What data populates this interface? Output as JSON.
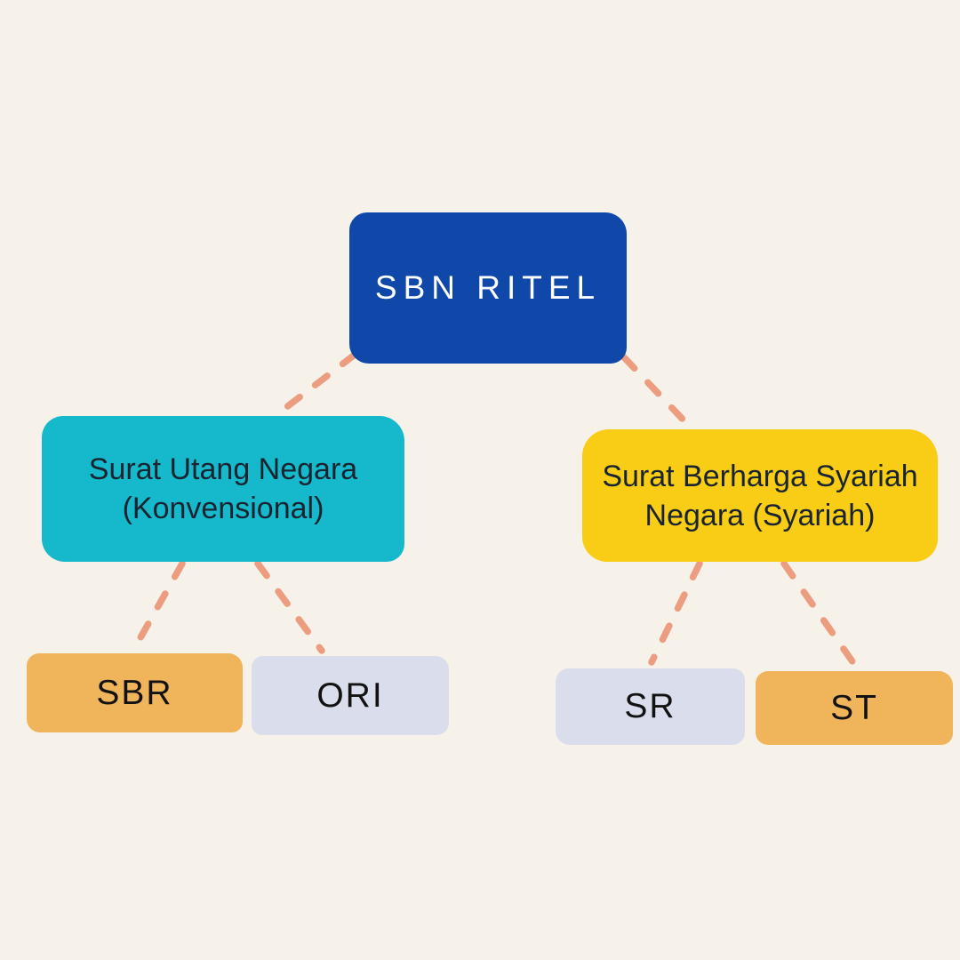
{
  "page": {
    "background": "#F6F2EA"
  },
  "connector": {
    "color": "#EC9D80",
    "style": "dashed"
  },
  "nodes": {
    "root": {
      "label": "SBN RITEL",
      "fill": "#0F48A8",
      "text_color": "#FFFFFF"
    },
    "conventional": {
      "line1": "Surat Utang Negara",
      "line2": "(Konvensional)",
      "fill": "#15B9CB",
      "text_color": "#1A2430"
    },
    "sharia": {
      "line1": "Surat Berharga Syariah",
      "line2": "Negara (Syariah)",
      "fill": "#F9CD16",
      "text_color": "#1A2430"
    },
    "sbr": {
      "label": "SBR",
      "fill": "#F0B45B",
      "text_color": "#121212"
    },
    "ori": {
      "label": "ORI",
      "fill": "#DADDEC",
      "text_color": "#121212"
    },
    "sr": {
      "label": "SR",
      "fill": "#DADDEC",
      "text_color": "#121212"
    },
    "st": {
      "label": "ST",
      "fill": "#F0B45B",
      "text_color": "#121212"
    }
  }
}
